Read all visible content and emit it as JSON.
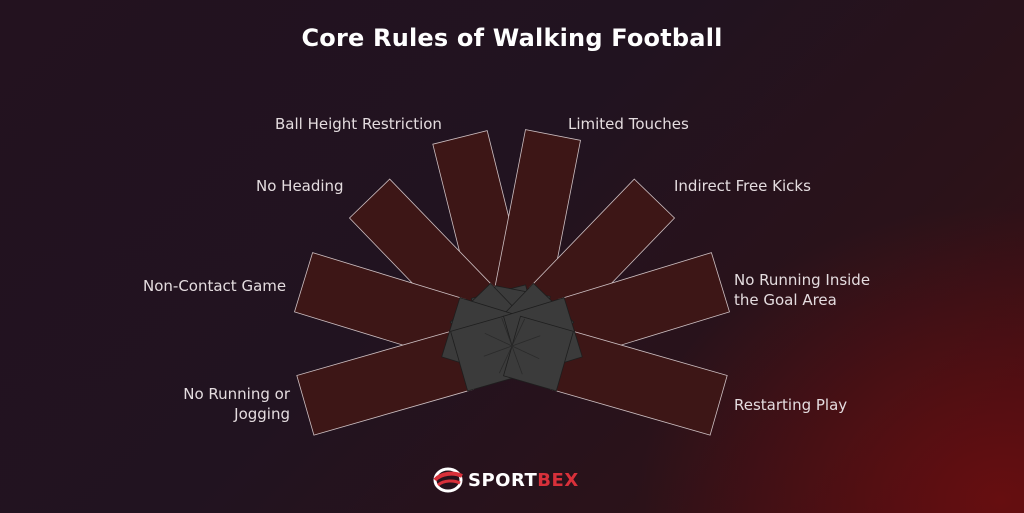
{
  "title": "Core Rules of Walking Football",
  "rules": [
    "No Running or Jogging",
    "Non-Contact Game",
    "No Heading",
    "Ball Height Restriction",
    "Limited Touches",
    "Indirect Free Kicks",
    "No Running Inside the Goal Area",
    "Restarting Play"
  ],
  "labels": {
    "no_running_line1": "No Running or",
    "no_running_line2": "Jogging",
    "goal_area_line1": "No Running Inside",
    "goal_area_line2": "the Goal Area"
  },
  "brand": {
    "name_part1": "SPORT",
    "name_part2": "BEX"
  },
  "colors": {
    "blade_fill": "#3d1616",
    "blade_stroke": "#cdbfc2",
    "hub_fill": "#3b3b3b",
    "hub_stroke": "#1e1e1e",
    "brand_red": "#d8303a"
  },
  "icons": {
    "logo": "sportbex-ball-logo"
  }
}
